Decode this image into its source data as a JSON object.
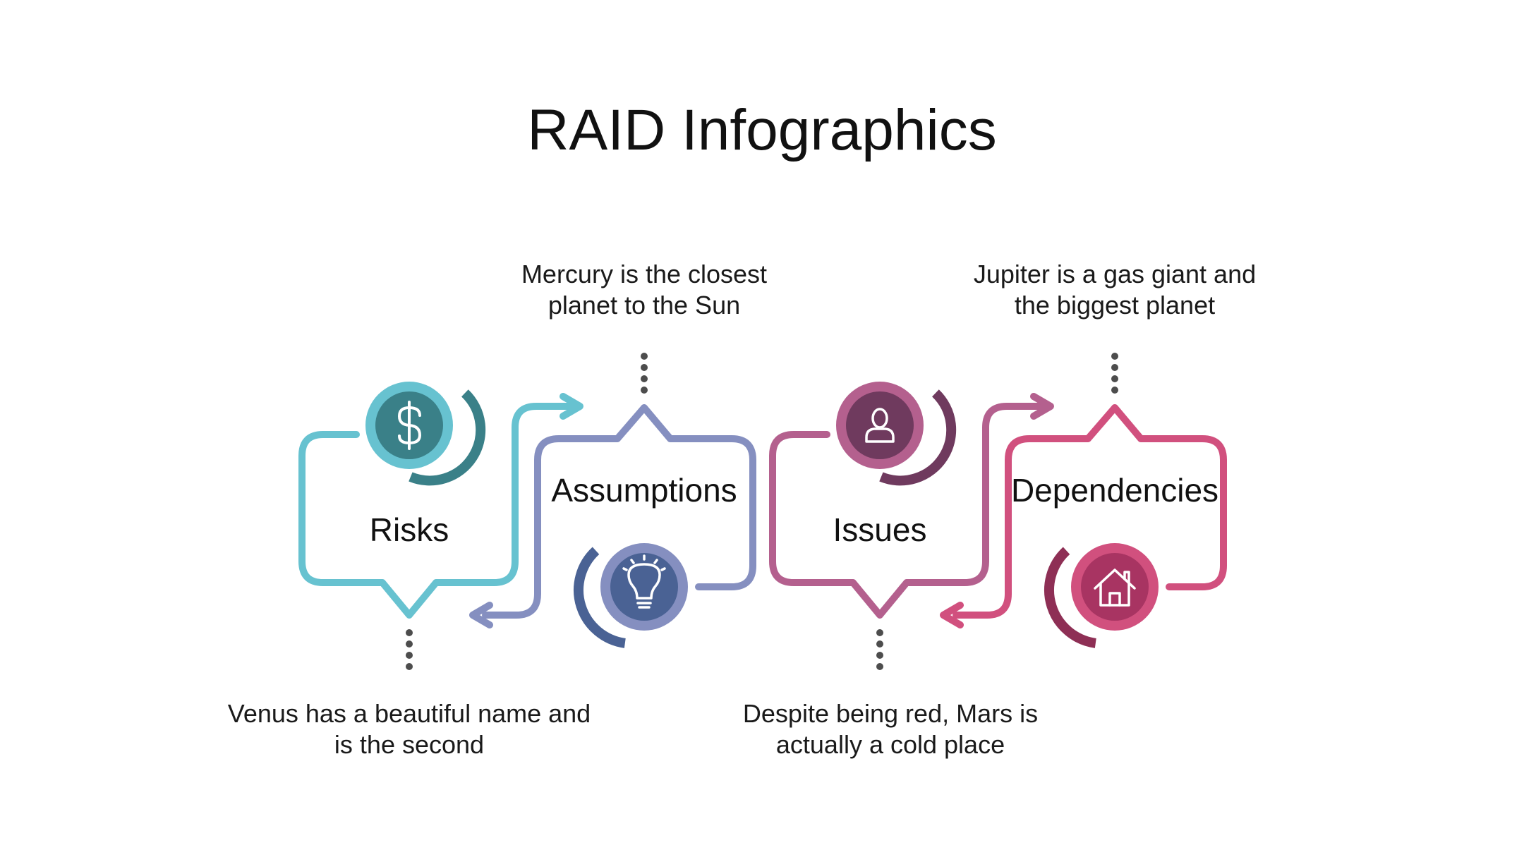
{
  "title": "RAID Infographics",
  "colors": {
    "risks_line": "#67c2d0",
    "risks_dark": "#3a8088",
    "assumptions_line": "#858fc0",
    "assumptions_dark": "#4a6294",
    "issues_line": "#b4608e",
    "issues_dark": "#6f3a5e",
    "dependencies_line": "#d1507e",
    "dependencies_dark": "#8e2f55",
    "dots": "#4d4d4d"
  },
  "steps": [
    {
      "label": "Risks",
      "icon": "dollar-icon",
      "description": "Venus has a beautiful name and is the second"
    },
    {
      "label": "Assumptions",
      "icon": "lightbulb-icon",
      "description": "Mercury is the closest planet to the Sun"
    },
    {
      "label": "Issues",
      "icon": "user-icon",
      "description": "Despite being red, Mars is actually a cold place"
    },
    {
      "label": "Dependencies",
      "icon": "house-icon",
      "description": "Jupiter is a gas giant and the biggest planet"
    }
  ]
}
